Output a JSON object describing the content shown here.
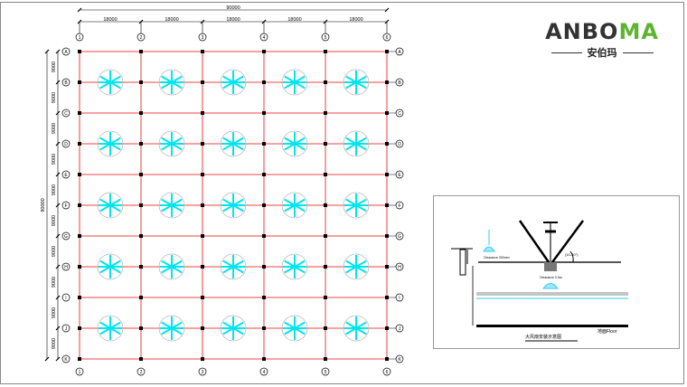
{
  "plan": {
    "total_width": "90000",
    "total_height": "90000",
    "column_spacing": [
      "18000",
      "18000",
      "18000",
      "18000",
      "18000"
    ],
    "row_spacing": [
      "9000",
      "9000",
      "9000",
      "9000",
      "9000",
      "9000",
      "9000",
      "9000",
      "9000",
      "9000"
    ],
    "column_labels": [
      "1",
      "2",
      "3",
      "4",
      "5",
      "6"
    ],
    "row_labels": [
      "A",
      "B",
      "C",
      "D",
      "E",
      "F",
      "G",
      "H",
      "I",
      "J",
      "K"
    ],
    "fan_rows": [
      "B",
      "D",
      "F",
      "H",
      "J"
    ],
    "colors": {
      "grid": "#f06a6a",
      "fan": "#00e5ee",
      "fan_circle": "#bbbbbb",
      "column_node": "#000000"
    }
  },
  "logo": {
    "brand_prefix": "ANBO",
    "brand_suffix": "MA",
    "chinese": "安伯玛"
  },
  "section": {
    "title": "大风扇安装示意图",
    "floor_label": "地面Floor",
    "clearance_top": "Clearance 300mm",
    "clearance_bottom": "Clearance 0.5m",
    "angle_label": "(10-30°)"
  }
}
